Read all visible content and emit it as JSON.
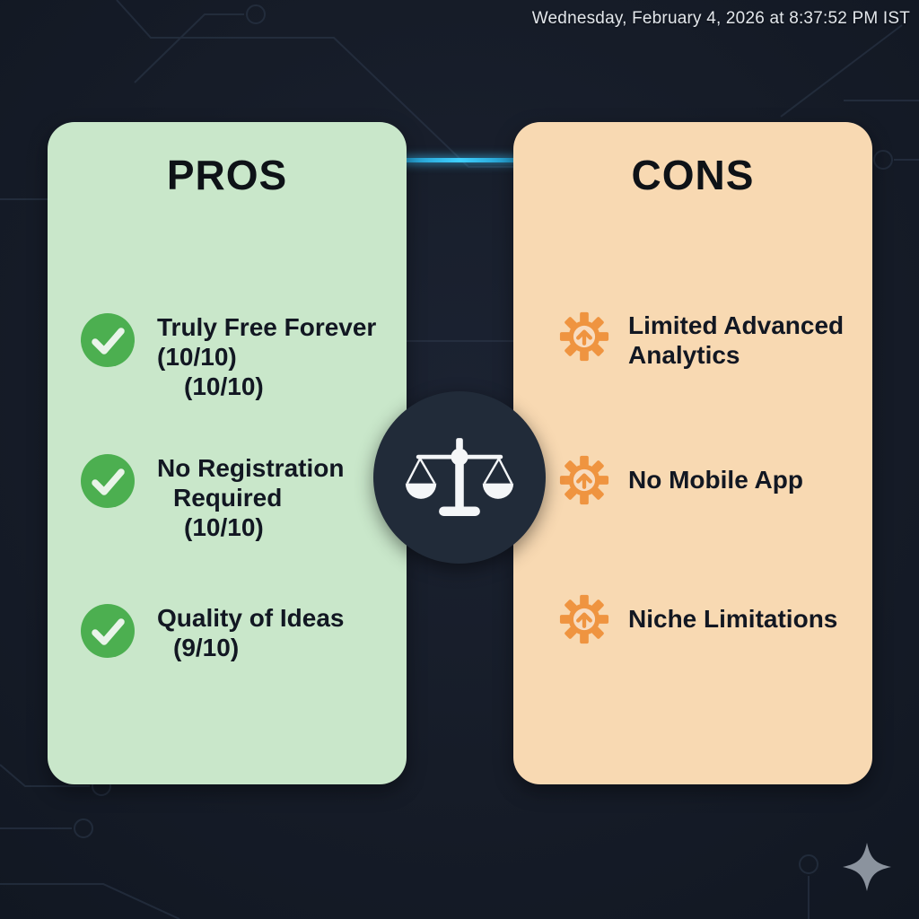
{
  "header": {
    "timestamp": "Wednesday, February 4, 2026 at 8:37:52 PM IST"
  },
  "pros": {
    "title": "PROS",
    "items": [
      {
        "lines": [
          "Truly Free Forever",
          "(10/10)",
          "(10/10)"
        ]
      },
      {
        "lines": [
          "No Registration",
          "Required",
          "(10/10)"
        ]
      },
      {
        "lines": [
          "Quality of Ideas",
          "(9/10)"
        ]
      }
    ]
  },
  "cons": {
    "title": "CONS",
    "items": [
      {
        "lines": [
          "Limited Advanced",
          "Analytics"
        ]
      },
      {
        "lines": [
          "No Mobile App"
        ]
      },
      {
        "lines": [
          "Niche Limitations"
        ]
      }
    ]
  },
  "icons": {
    "pros_item": "check-circle-icon",
    "cons_item": "gear-up-arrow-icon",
    "center": "balance-scale-icon",
    "corner": "sparkle-icon"
  },
  "colors": {
    "background": "#161c28",
    "circuit_trace": "#2e3a4d",
    "pros_panel": "#c9e7ca",
    "cons_panel": "#f8d9b2",
    "check_green": "#4caf50",
    "gear_orange": "#ef9440",
    "center_circle": "#212b39",
    "accent_cyan": "#3fd0ff",
    "text_dark": "#121722",
    "text_light": "#e3e7ec",
    "sparkle_gray": "#99a1ac"
  }
}
